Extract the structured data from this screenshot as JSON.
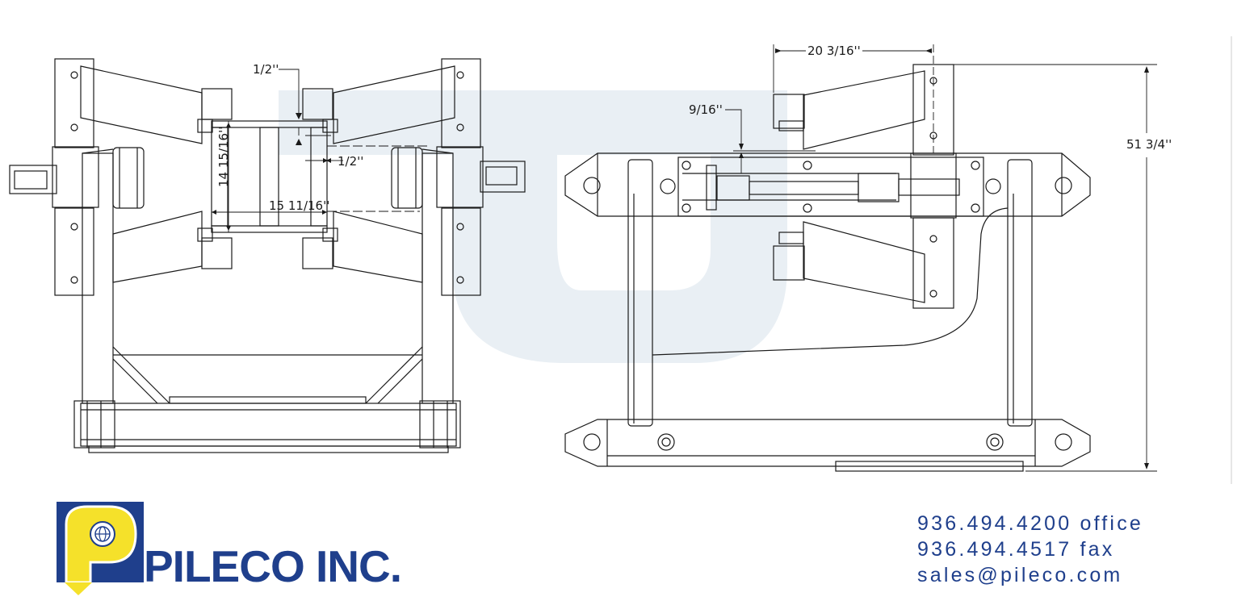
{
  "dimensions": {
    "gap_top": "1/2''",
    "gap_side": "1/2''",
    "flange_height": "14 15/16''",
    "flange_width": "15 11/16''",
    "width_top": "20 3/16''",
    "offset_small": "9/16''",
    "overall_height": "51 3/4''"
  },
  "company": {
    "name": "PILECO INC."
  },
  "contact": {
    "phone_office": "936.494.4200 office",
    "phone_fax": "936.494.4517 fax",
    "email": "sales@pileco.com"
  },
  "colors": {
    "brand_blue": "#1f3f8c",
    "brand_yellow": "#f5e12a",
    "watermark": "#e8eef3",
    "line": "#1a1a1a"
  },
  "icons": {
    "logo_mark": "globe-p-icon",
    "logo_arrow": "down-arrow-icon"
  }
}
